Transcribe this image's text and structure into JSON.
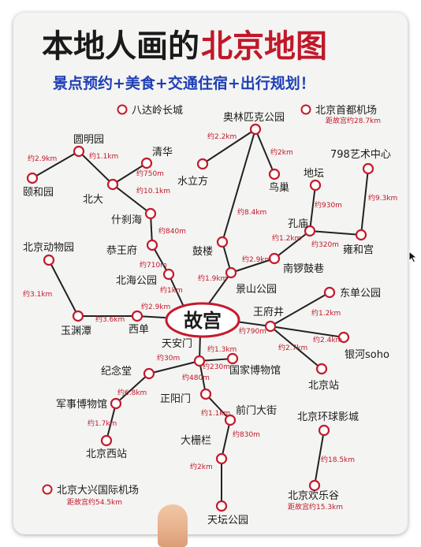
{
  "title": {
    "part1": "本地人画的",
    "part2": "北京地图"
  },
  "subtitle": "景点预约+美食+交通住宿+出行规划！",
  "hub": "故宫",
  "stations": {
    "badaling": "八达岭长城",
    "airport_capital": "北京首都机场",
    "olympic": "奥林匹克公园",
    "yuanmingyuan": "圆明园",
    "yiheyuan": "颐和园",
    "qinghua": "清华",
    "beida": "北大",
    "shuilifang": "水立方",
    "niaochao": "鸟巢",
    "art798": "798艺术中心",
    "ditan": "地坛",
    "shichahai": "什刹海",
    "gongwangfu": "恭王府",
    "gulou": "鼓楼",
    "kongmiao": "孔庙",
    "yonghegong": "雍和宫",
    "zoo": "北京动物园",
    "nanluoguxiang": "南锣鼓巷",
    "beihai": "北海公园",
    "jingshan": "景山公园",
    "dongdan": "东单公园",
    "yuyuantan": "玉渊潭",
    "xidan": "西单",
    "wangfujing": "王府井",
    "tiananmen": "天安门",
    "yinhesoho": "银河soho",
    "jinianting": "纪念堂",
    "museum_national": "国家博物馆",
    "beijing_station": "北京站",
    "military_museum": "军事博物馆",
    "zhengyangmen": "正阳门",
    "qianmen": "前门大街",
    "universal": "北京环球影城",
    "west_station": "北京西站",
    "dashilan": "大栅栏",
    "happy_valley": "北京欢乐谷",
    "airport_daxing": "北京大兴国际机场",
    "tiantan": "天坛公园"
  },
  "distances": {
    "yiheyuan_yuanmingyuan": "约2.9km",
    "yuanmingyuan_beida": "约1.1km",
    "qinghua_beida": "约750m",
    "beida_shichahai": "约10.1km",
    "olympic_shuilifang": "约2.2km",
    "olympic_niaochao": "约2km",
    "olympic_gulou": "约8.4km",
    "shichahai_gongwangfu": "约840m",
    "gongwangfu_beihai": "约710m",
    "beihai_hub": "约1km",
    "gulou_nanluoguxiang": "约2.9km",
    "gulou_hub": "约1.9km",
    "ditan_kongmiao": "约930m",
    "kongmiao_yonghegong": "约320m",
    "art798_yonghegong": "约9.3km",
    "kongmiao_nanluoguxiang": "约1.2km",
    "zoo_yuyuantan": "约3.1km",
    "yuyuantan_xidan": "约3.6km",
    "xidan_hub": "约2.9km",
    "hub_wangfujing": "约790m",
    "wangfujing_dongdan": "约1.2km",
    "wangfujing_yinhe": "约2.4km",
    "wangfujing_bjstation": "约2.7km",
    "hub_tiananmen": "约1.3km",
    "tiananmen_jinianting": "约30m",
    "tiananmen_museum": "约230m",
    "tiananmen_zhengyangmen": "约480m",
    "jinianting_military": "约6.8km",
    "military_west": "约1.7km",
    "zhengyangmen_qianmen": "约1.1km",
    "qianmen_dashilan": "约830m",
    "dashilan_tiantan": "约2km",
    "universal_happy": "约18.5km",
    "capital_note": "距故宫约28.7km",
    "daxing_note": "距故宫约54.5km",
    "happy_note": "距故宫约15.3km"
  },
  "colors": {
    "route_red": "#c41a2b",
    "line_black": "#222222",
    "subtitle_blue": "#1f3fb5",
    "paper": "#f4f4f2"
  },
  "icons": {
    "finger": "finger-in-frame",
    "cursor": "mouse-pointer-icon"
  }
}
